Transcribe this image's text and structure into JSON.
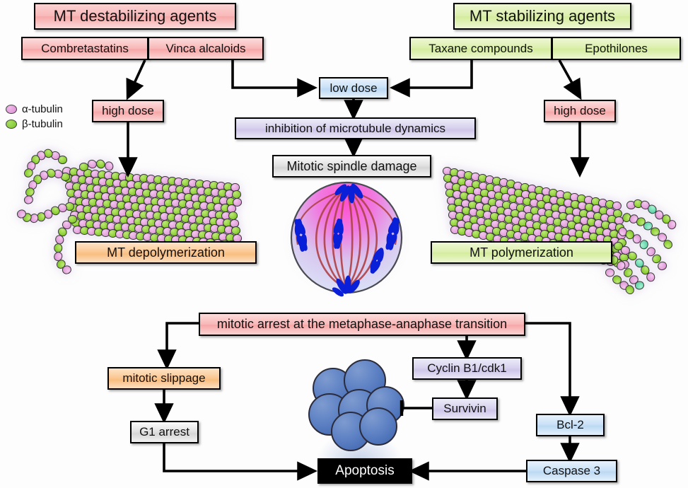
{
  "legend": {
    "items": [
      {
        "label": "α-tubulin",
        "color": "#d98ed0",
        "icon": "alpha-tubulin-dot"
      },
      {
        "label": "β-tubulin",
        "color": "#79c22a",
        "icon": "beta-tubulin-dot"
      }
    ]
  },
  "nodes": {
    "mt_destabilizing": "MT destabilizing agents",
    "combretastatins": "Combretastatins",
    "vinca": "Vinca alcaloids",
    "mt_stabilizing": "MT stabilizing agents",
    "taxane": "Taxane compounds",
    "epothilones": "Epothilones",
    "high_dose_left": "high dose",
    "high_dose_right": "high dose",
    "low_dose": "low dose",
    "inhibition": "inhibition of microtubule dynamics",
    "spindle_damage": "Mitotic spindle damage",
    "mt_depolymerization": "MT depolymerization",
    "mt_polymerization": "MT polymerization",
    "mitotic_arrest": "mitotic arrest at the metaphase-anaphase transition",
    "mitotic_slippage": "mitotic slippage",
    "g1_arrest": "G1 arrest",
    "cyclin": "Cyclin B1/cdk1",
    "survivin": "Survivin",
    "bcl2": "Bcl-2",
    "caspase3": "Caspase 3",
    "apoptosis": "Apoptosis"
  },
  "colors": {
    "destabilizing_pink": "#f7a9a9",
    "stabilizing_green": "#d4ec9c",
    "dose_blue": "#bcd9f3",
    "process_purple": "#cfc6e9",
    "neutral_grey": "#d6d6d6",
    "slippage_orange": "#f9bd80",
    "apoptosis_black": "#000000",
    "alpha_tubulin": "#d98ed0",
    "beta_tubulin": "#79c22a",
    "chromosome_blue": "#0a1fd8",
    "spindle_fiber_red": "#b03a3a"
  },
  "graphics": {
    "mitotic_cell": "mitotic-spindle-cell-illustration",
    "left_microtubule": "depolymerizing-microtubule-illustration",
    "right_microtubule": "polymerizing-microtubule-illustration",
    "cell_cluster": "apoptotic-cell-cluster-illustration"
  }
}
